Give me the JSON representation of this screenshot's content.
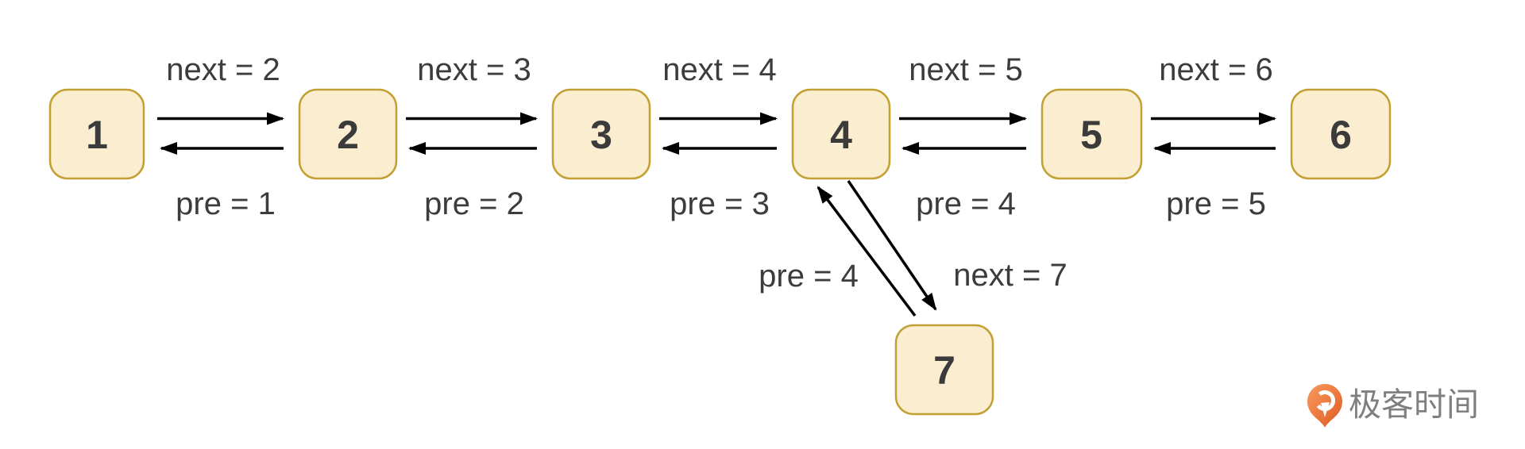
{
  "diagram": {
    "type": "doubly-linked-list-insertion",
    "description_visible_text_only": true
  },
  "colors": {
    "background": "#ffffff",
    "node_fill": "#FBEDCF",
    "node_border": "#C2A033",
    "node_text": "#3B3B3B",
    "label_text": "#3C3C3C",
    "arrow": "#000000",
    "logo_orange_light": "#F89B5F",
    "logo_orange_dark": "#E05A21",
    "logo_text_color": "#7F7F7F"
  },
  "nodes": [
    {
      "label": "1"
    },
    {
      "label": "2"
    },
    {
      "label": "3"
    },
    {
      "label": "4"
    },
    {
      "label": "5"
    },
    {
      "label": "6"
    },
    {
      "label": "7"
    }
  ],
  "links": [
    {
      "from": "1",
      "to": "2",
      "next_label": "next = 2",
      "pre_label": "pre = 1"
    },
    {
      "from": "2",
      "to": "3",
      "next_label": "next = 3",
      "pre_label": "pre = 2"
    },
    {
      "from": "3",
      "to": "4",
      "next_label": "next = 4",
      "pre_label": "pre = 3"
    },
    {
      "from": "4",
      "to": "5",
      "next_label": "next = 5",
      "pre_label": "pre = 4"
    },
    {
      "from": "5",
      "to": "6",
      "next_label": "next = 6",
      "pre_label": "pre = 5"
    }
  ],
  "insertion": {
    "from": "4",
    "to": "7",
    "pre_label": "pre = 4",
    "next_label": "next = 7"
  },
  "logo": {
    "icon": "geektime-pin-icon",
    "text": "极客时间"
  }
}
